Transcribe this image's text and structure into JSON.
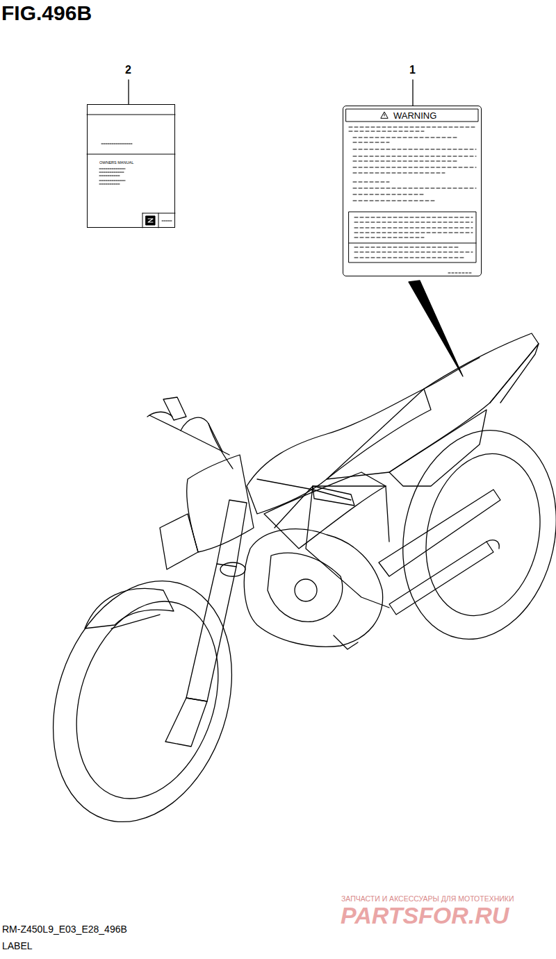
{
  "diagram": {
    "title": "FIG.496B",
    "nodes": [
      {
        "text": [
          "OWNERS MANUAL"
        ]
      },
      {
        "text": [
          "WARNING"
        ]
      }
    ],
    "labels": [
      "2",
      "1",
      "RM-Z450L9_E03_E28_496B",
      "LABEL",
      "ЗАПЧАСТИ И АКСЕССУАРЫ ДЛЯ МОТОТЕХНИКИ",
      "PARTSFOR.RU"
    ]
  }
}
